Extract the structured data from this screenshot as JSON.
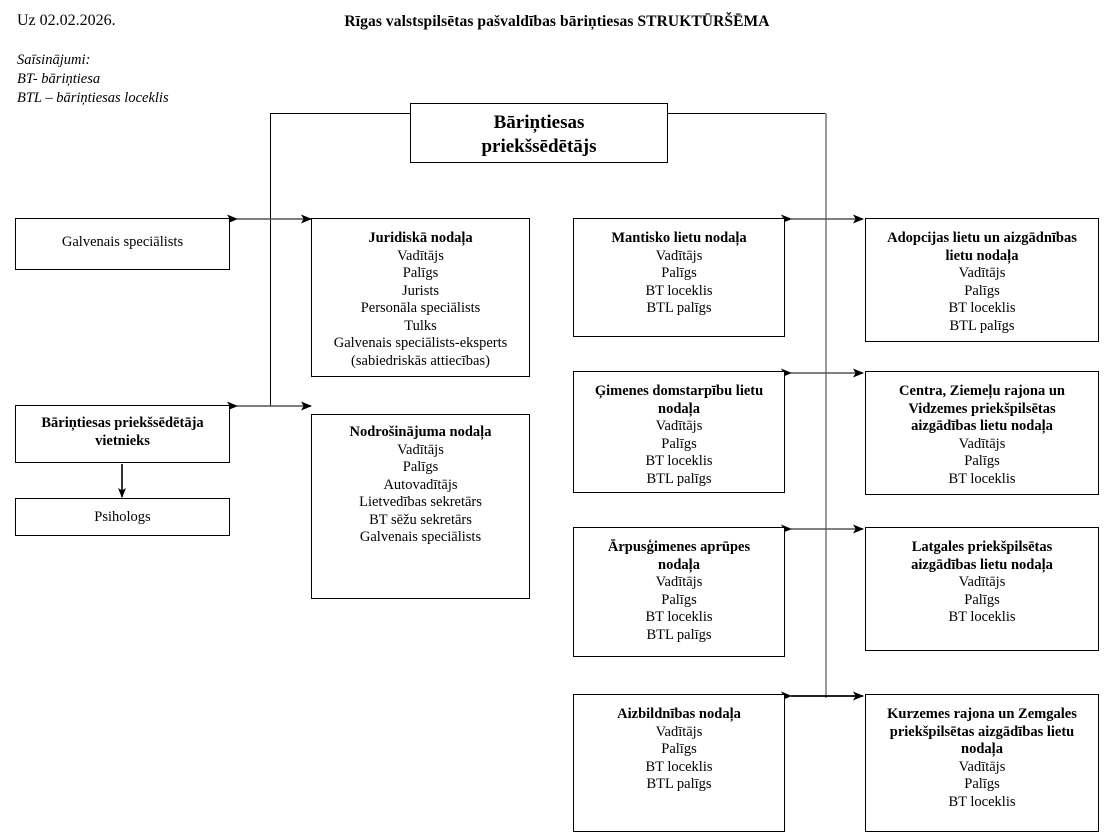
{
  "header": {
    "date": "Uz 02.02.2026.",
    "title": "Rīgas valstspilsētas pašvaldības bāriņtiesas STRUKTŪRŠĒMA",
    "legend_heading": "Saīsinājumi:",
    "legend_line1": "BT- bāriņtiesa",
    "legend_line2": "BTL – bāriņtiesas loceklis"
  },
  "colors": {
    "box_border": "#000000",
    "line": "#000000",
    "line_secondary": "#9a9a9a",
    "background": "#ffffff",
    "text": "#000000"
  },
  "chart_data": {
    "type": "diagram",
    "title": "Rīgas valstspilsētas pašvaldības bāriņtiesas STRUKTŪRŠĒMA",
    "nodes": [
      {
        "id": "chairman",
        "title": "Bāriņtiesas priekšsēdētājs",
        "title_lines": [
          "Bāriņtiesas",
          "priekšsēdētājs"
        ],
        "roles": [],
        "bold_title": true,
        "level": 0
      },
      {
        "id": "chief-spec",
        "title": "Galvenais speciālists",
        "title_lines": [
          "Galvenais speciālists"
        ],
        "roles": [],
        "bold_title": false,
        "level": 1
      },
      {
        "id": "deputy",
        "title": "Bāriņtiesas priekšsēdētāja vietnieks",
        "title_lines": [
          "Bāriņtiesas priekšsēdētāja",
          "vietnieks"
        ],
        "roles": [],
        "bold_title": true,
        "level": 1
      },
      {
        "id": "psychologist",
        "title": "Psihologs",
        "title_lines": [
          "Psihologs"
        ],
        "roles": [],
        "bold_title": false,
        "level": 2
      },
      {
        "id": "legal",
        "title": "Juridiskā nodaļa",
        "title_lines": [
          "Juridiskā nodaļa"
        ],
        "roles": [
          "Vadītājs",
          "Palīgs",
          "Jurists",
          "Personāla speciālists",
          "Tulks",
          "Galvenais speciālists-eksperts",
          "(sabiedriskās attiecības)"
        ],
        "bold_title": true,
        "level": 1
      },
      {
        "id": "supply",
        "title": "Nodrošinājuma nodaļa",
        "title_lines": [
          "Nodrošinājuma nodaļa"
        ],
        "roles": [
          "Vadītājs",
          "Palīgs",
          "Autovadītājs",
          "Lietvedības sekretārs",
          "BT sēžu sekretārs",
          "Galvenais speciālists"
        ],
        "bold_title": true,
        "level": 1
      },
      {
        "id": "property",
        "title": "Mantisko lietu nodaļa",
        "title_lines": [
          "Mantisko lietu nodaļa"
        ],
        "roles": [
          "Vadītājs",
          "Palīgs",
          "BT loceklis",
          "BTL palīgs"
        ],
        "bold_title": true,
        "level": 1
      },
      {
        "id": "family",
        "title": "Ģimenes domstarpību lietu nodaļa",
        "title_lines": [
          "Ģimenes domstarpību lietu",
          "nodaļa"
        ],
        "roles": [
          "Vadītājs",
          "Palīgs",
          "BT loceklis",
          "BTL palīgs"
        ],
        "bold_title": true,
        "level": 1
      },
      {
        "id": "outfamily",
        "title": "Ārpusģimenes aprūpes nodaļa",
        "title_lines": [
          "Ārpusģimenes aprūpes",
          "nodaļa"
        ],
        "roles": [
          "Vadītājs",
          "Palīgs",
          "BT loceklis",
          "BTL palīgs"
        ],
        "bold_title": true,
        "level": 1
      },
      {
        "id": "guardian",
        "title": "Aizbildnības nodaļa",
        "title_lines": [
          "Aizbildnības nodaļa"
        ],
        "roles": [
          "Vadītājs",
          "Palīgs",
          "BT loceklis",
          "BTL palīgs"
        ],
        "bold_title": true,
        "level": 1
      },
      {
        "id": "adoption",
        "title": "Adopcijas lietu un aizgādnības lietu nodaļa",
        "title_lines": [
          "Adopcijas lietu un aizgādnības",
          "lietu nodaļa"
        ],
        "roles": [
          "Vadītājs",
          "Palīgs",
          "BT loceklis",
          "BTL palīgs"
        ],
        "bold_title": true,
        "level": 1
      },
      {
        "id": "centre",
        "title": "Centra, Ziemeļu rajona un Vidzemes priekšpilsētas aizgādības lietu nodaļa",
        "title_lines": [
          "Centra, Ziemeļu rajona un",
          "Vidzemes priekšpilsētas",
          "aizgādības lietu nodaļa"
        ],
        "roles": [
          "Vadītājs",
          "Palīgs",
          "BT loceklis"
        ],
        "bold_title": true,
        "level": 1
      },
      {
        "id": "latgale",
        "title": "Latgales priekšpilsētas aizgādības lietu nodaļa",
        "title_lines": [
          "Latgales priekšpilsētas",
          "aizgādības lietu nodaļa"
        ],
        "roles": [
          "Vadītājs",
          "Palīgs",
          "BT loceklis"
        ],
        "bold_title": true,
        "level": 1
      },
      {
        "id": "kurzeme",
        "title": "Kurzemes rajona un Zemgales priekšpilsētas aizgādības lietu nodaļa",
        "title_lines": [
          "Kurzemes rajona un Zemgales",
          "priekšpilsētas aizgādības lietu",
          "nodaļa"
        ],
        "roles": [
          "Vadītājs",
          "Palīgs",
          "BT loceklis"
        ],
        "bold_title": true,
        "level": 1
      }
    ],
    "edges": [
      {
        "from": "chairman",
        "to": "chief-spec",
        "style": "double-arrow"
      },
      {
        "from": "chairman",
        "to": "legal",
        "style": "double-arrow"
      },
      {
        "from": "chairman",
        "to": "deputy",
        "style": "double-arrow"
      },
      {
        "from": "chairman",
        "to": "supply",
        "style": "double-arrow"
      },
      {
        "from": "deputy",
        "to": "psychologist",
        "style": "arrow"
      },
      {
        "from": "property",
        "to": "adoption",
        "style": "double-arrow"
      },
      {
        "from": "family",
        "to": "centre",
        "style": "double-arrow"
      },
      {
        "from": "outfamily",
        "to": "latgale",
        "style": "double-arrow"
      },
      {
        "from": "guardian",
        "to": "kurzeme",
        "style": "double-arrow"
      }
    ]
  }
}
